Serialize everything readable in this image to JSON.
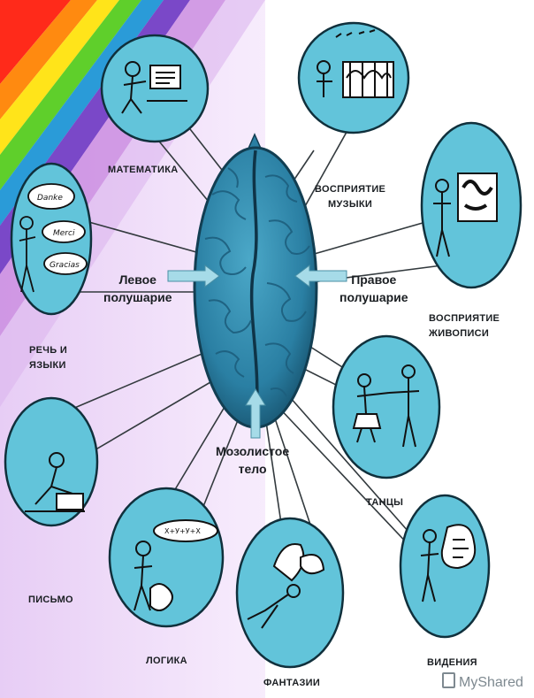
{
  "diagram": {
    "center_labels": {
      "left_hemisphere": "Левое\nполушарие",
      "right_hemisphere": "Правое\nполушарие",
      "corpus_callosum": "Мозолистое\nтело"
    },
    "topics": {
      "math": "МАТЕМАТИКА",
      "speech": "РЕЧЬ И\nЯЗЫКИ",
      "writing": "ПИСЬМО",
      "logic": "ЛОГИКА",
      "fantasy": "ФАНТАЗИИ",
      "music": "ВОСПРИЯТИЕ\nМУЗЫКИ",
      "painting": "ВОСПРИЯТИЕ\nЖИВОПИСИ",
      "dance": "ТАНЦЫ",
      "visions": "ВИДЕНИЯ"
    },
    "bubble_words": [
      "Danke",
      "Merci",
      "Gracias",
      "Х+У+У+Х"
    ],
    "colors": {
      "circle": "#62c4da",
      "brain": "#2f89ad",
      "rainbow": [
        "#ff2a1a",
        "#ff8a10",
        "#ffe41a",
        "#5fcf2b",
        "#2a9bd8",
        "#7a48c8",
        "#c98ae0"
      ]
    }
  },
  "watermark": {
    "text": "MyShared"
  }
}
